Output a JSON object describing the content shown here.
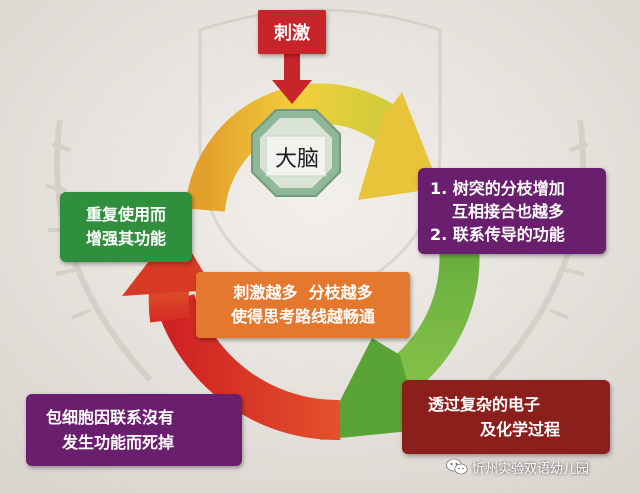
{
  "diagram": {
    "stimulus": "刺激",
    "center_node": "大脑",
    "boxes": {
      "branch_growth": [
        "1. 树突的分枝增加",
        "互相接合也越多",
        "2. 联系传导的功能"
      ],
      "repeated_use": [
        "重复使用而",
        "增强其功能"
      ],
      "center_text": [
        "刺激越多  分枝越多",
        "使得思考路线越畅通"
      ],
      "cell_death": [
        "包细胞因联系沒有",
        "发生功能而死掉"
      ],
      "chemical": [
        "透过复杂的电子",
        "及化学过程"
      ]
    }
  },
  "watermark": {
    "text": "忻州实验双语幼儿园",
    "icon": "wechat-icon"
  },
  "colors": {
    "stimulus_red": "#c8252a",
    "purple": "#6a1e6e",
    "green": "#2f8f3c",
    "orange": "#e4782e",
    "dark_red": "#8a1f1c",
    "cycle_yellow": "#e8c43a",
    "cycle_green": "#5aa437",
    "cycle_red": "#d22a23",
    "brain_octagon": "#8fb79a"
  }
}
